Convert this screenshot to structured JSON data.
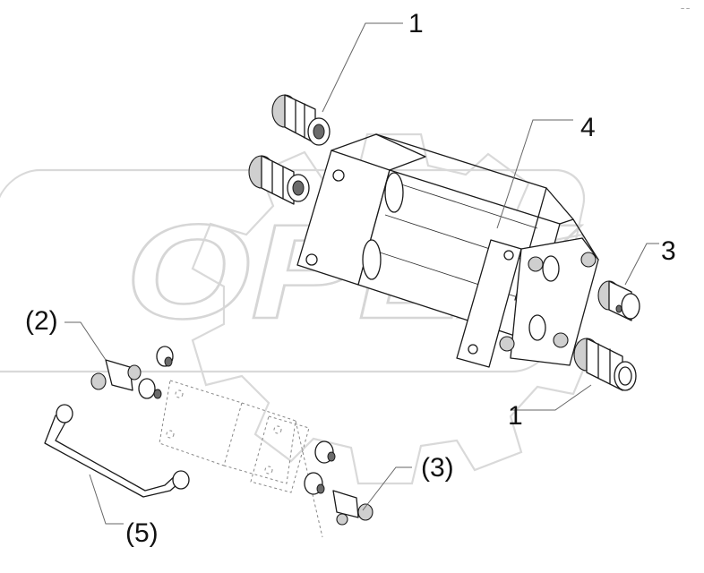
{
  "watermark": {
    "brand": "OPEX"
  },
  "corner_mark": "~ ~",
  "callouts": {
    "c1_top": "1",
    "c4": "4",
    "c3": "3",
    "c1_bottom": "1",
    "c2_paren": "(2)",
    "c3_paren": "(3)",
    "c5_paren": "(5)"
  }
}
